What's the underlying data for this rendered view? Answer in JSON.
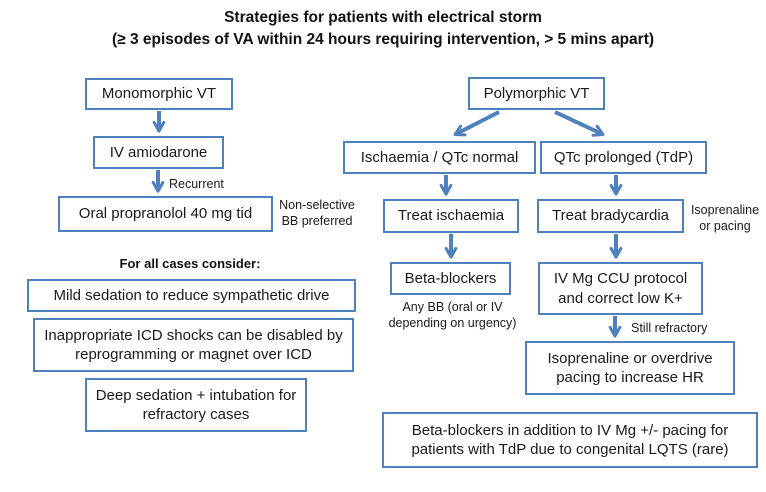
{
  "colors": {
    "accent_blue": "#4f81bd",
    "text": "#1a1a1a",
    "background": "#ffffff"
  },
  "title": {
    "line1": "Strategies for patients with electrical storm",
    "line2": "(≥ 3 episodes of VA within 24 hours requiring intervention, > 5 mins apart)"
  },
  "monomorphic_branch": {
    "vt": "Monomorphic VT",
    "amiodarone": "IV amiodarone",
    "recurrent_label": "Recurrent",
    "propranolol": "Oral propranolol 40 mg tid",
    "bb_note": "Non-selective BB preferred"
  },
  "all_cases": {
    "heading": "For all cases consider:",
    "items": [
      "Mild sedation to reduce sympathetic drive",
      "Inappropriate ICD shocks can be disabled by reprogramming or magnet over ICD",
      "Deep sedation + intubation for refractory cases"
    ]
  },
  "polymorphic_branch": {
    "vt": "Polymorphic VT",
    "ischaemia_qtc_normal": "Ischaemia / QTc normal",
    "qtc_prolonged": "QTc prolonged (TdP)",
    "treat_ischaemia": "Treat ischaemia",
    "treat_bradycardia": "Treat bradycardia",
    "isoprenaline_note": "Isoprenaline or pacing",
    "beta_blockers": "Beta-blockers",
    "any_bb_note": "Any BB (oral or IV depending on urgency)",
    "iv_mg": "IV Mg CCU protocol and correct low K+",
    "still_refractory_label": "Still refractory",
    "overdrive": "Isoprenaline or overdrive pacing to increase HR",
    "lqts_note": "Beta-blockers in addition to IV Mg +/- pacing for patients with TdP due to congenital LQTS (rare)"
  }
}
